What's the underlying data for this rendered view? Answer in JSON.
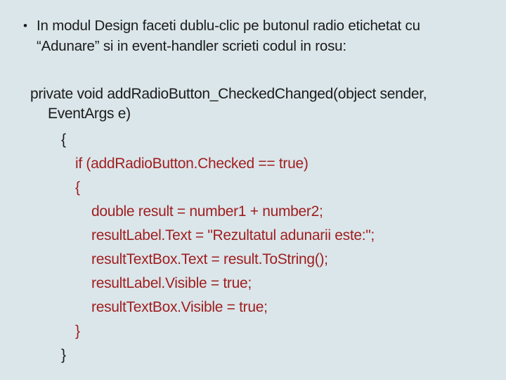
{
  "slide": {
    "colors": {
      "background": "#dbe6ea",
      "black": "#1b1b1b",
      "red": "#9f1d1f"
    },
    "bullet": {
      "marker": "•",
      "lines": [
        "In modul Design faceti dublu-clic pe butonul radio etichetat cu",
        "“Adunare” si in event-handler scrieti codul in rosu:"
      ]
    },
    "code": {
      "lines": [
        {
          "text": "private void addRadioButton_CheckedChanged(object sender,",
          "color": "black",
          "indent": 0
        },
        {
          "text": "EventArgs e)",
          "color": "black",
          "indent": 1
        },
        {
          "text": "{",
          "color": "black",
          "indent": 2
        },
        {
          "text": "if (addRadioButton.Checked == true)",
          "color": "red",
          "indent": 3
        },
        {
          "text": "{",
          "color": "red",
          "indent": 3
        },
        {
          "text": "double result = number1 + number2;",
          "color": "red",
          "indent": 4
        },
        {
          "text": "resultLabel.Text = \"Rezultatul adunarii este:\";",
          "color": "red",
          "indent": 4
        },
        {
          "text": "resultTextBox.Text = result.ToString();",
          "color": "red",
          "indent": 4
        },
        {
          "text": "resultLabel.Visible = true;",
          "color": "red",
          "indent": 4
        },
        {
          "text": "resultTextBox.Visible = true;",
          "color": "red",
          "indent": 4
        },
        {
          "text": "}",
          "color": "red",
          "indent": 3
        },
        {
          "text": "}",
          "color": "black",
          "indent": 2
        }
      ]
    }
  }
}
